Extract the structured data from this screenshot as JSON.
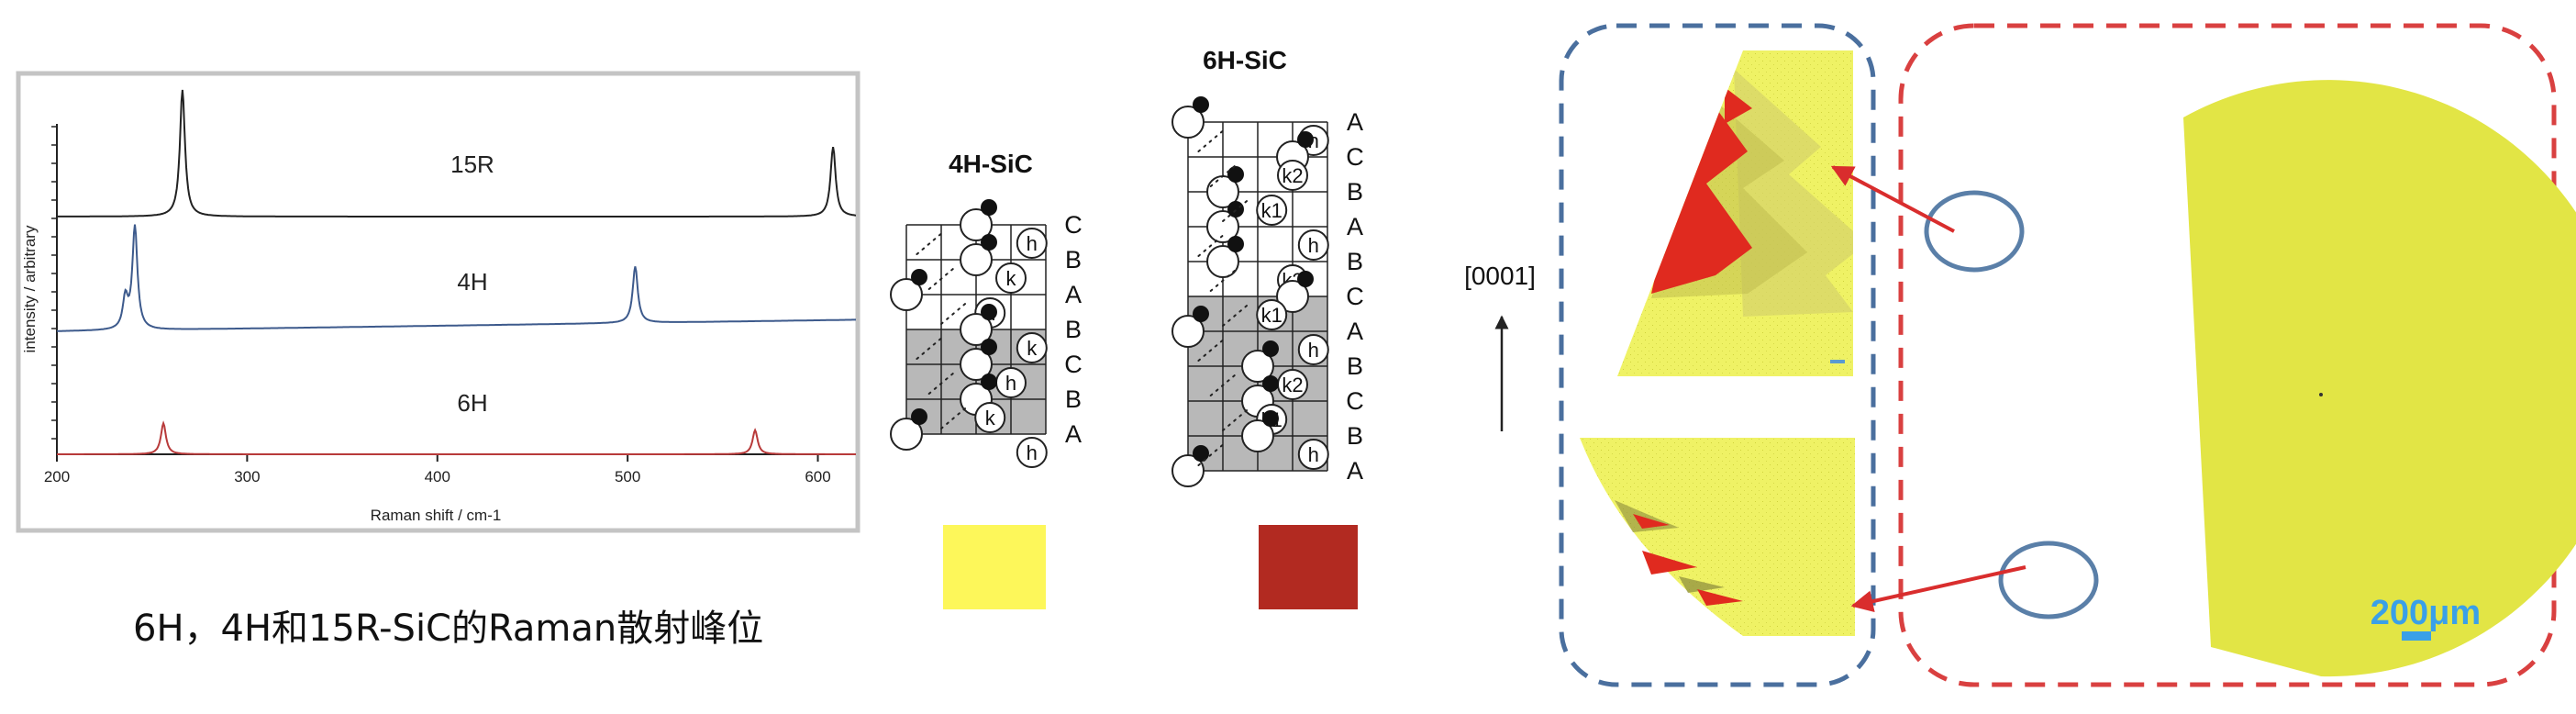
{
  "chart_data": {
    "type": "line",
    "title": "",
    "xlabel": "Raman shift / cm-1",
    "ylabel": "intensity / arbitrary",
    "xlim": [
      200,
      620
    ],
    "xticks": [
      200,
      300,
      400,
      500,
      600
    ],
    "grid": false,
    "series": [
      {
        "name": "15R",
        "color": "#222222",
        "peaks": [
          [
            266,
            1.0
          ],
          [
            608,
            0.55
          ]
        ]
      },
      {
        "name": "4H",
        "color": "#3d5a8c",
        "peaks": [
          [
            236,
            0.3
          ],
          [
            241,
            1.0
          ],
          [
            504,
            0.55
          ]
        ]
      },
      {
        "name": "6H",
        "color": "#b83a3a",
        "peaks": [
          [
            256,
            0.45
          ],
          [
            567,
            0.35
          ]
        ]
      }
    ]
  },
  "caption": "6H，4H和15R-SiC的Raman散射峰位",
  "structures": {
    "h4": {
      "title": "4H-SiC",
      "stacking": [
        "C",
        "B",
        "A",
        "B",
        "C",
        "B",
        "A"
      ],
      "site_labels": [
        "h",
        "k",
        "h",
        "k",
        "h",
        "k",
        "h"
      ]
    },
    "h6": {
      "title": "6H-SiC",
      "stacking": [
        "A",
        "C",
        "B",
        "A",
        "B",
        "C",
        "A",
        "B",
        "C",
        "B",
        "A"
      ],
      "site_labels": [
        "h",
        "k2",
        "k1",
        "h",
        "k2",
        "k1",
        "h",
        "k2",
        "k1",
        "h"
      ]
    }
  },
  "direction_label": "[0001]",
  "swatches": {
    "yellow": "#fdf75a",
    "red": "#b22a21"
  },
  "map": {
    "scale_label": "200μm",
    "background_color": "#e2e545",
    "defect_color": "#e02a1f"
  },
  "colors": {
    "blue_dash": "#4a6f9e",
    "red_dash": "#d94040",
    "ellipse": "#5a7fa8",
    "scale_blue": "#3aa0e8"
  }
}
